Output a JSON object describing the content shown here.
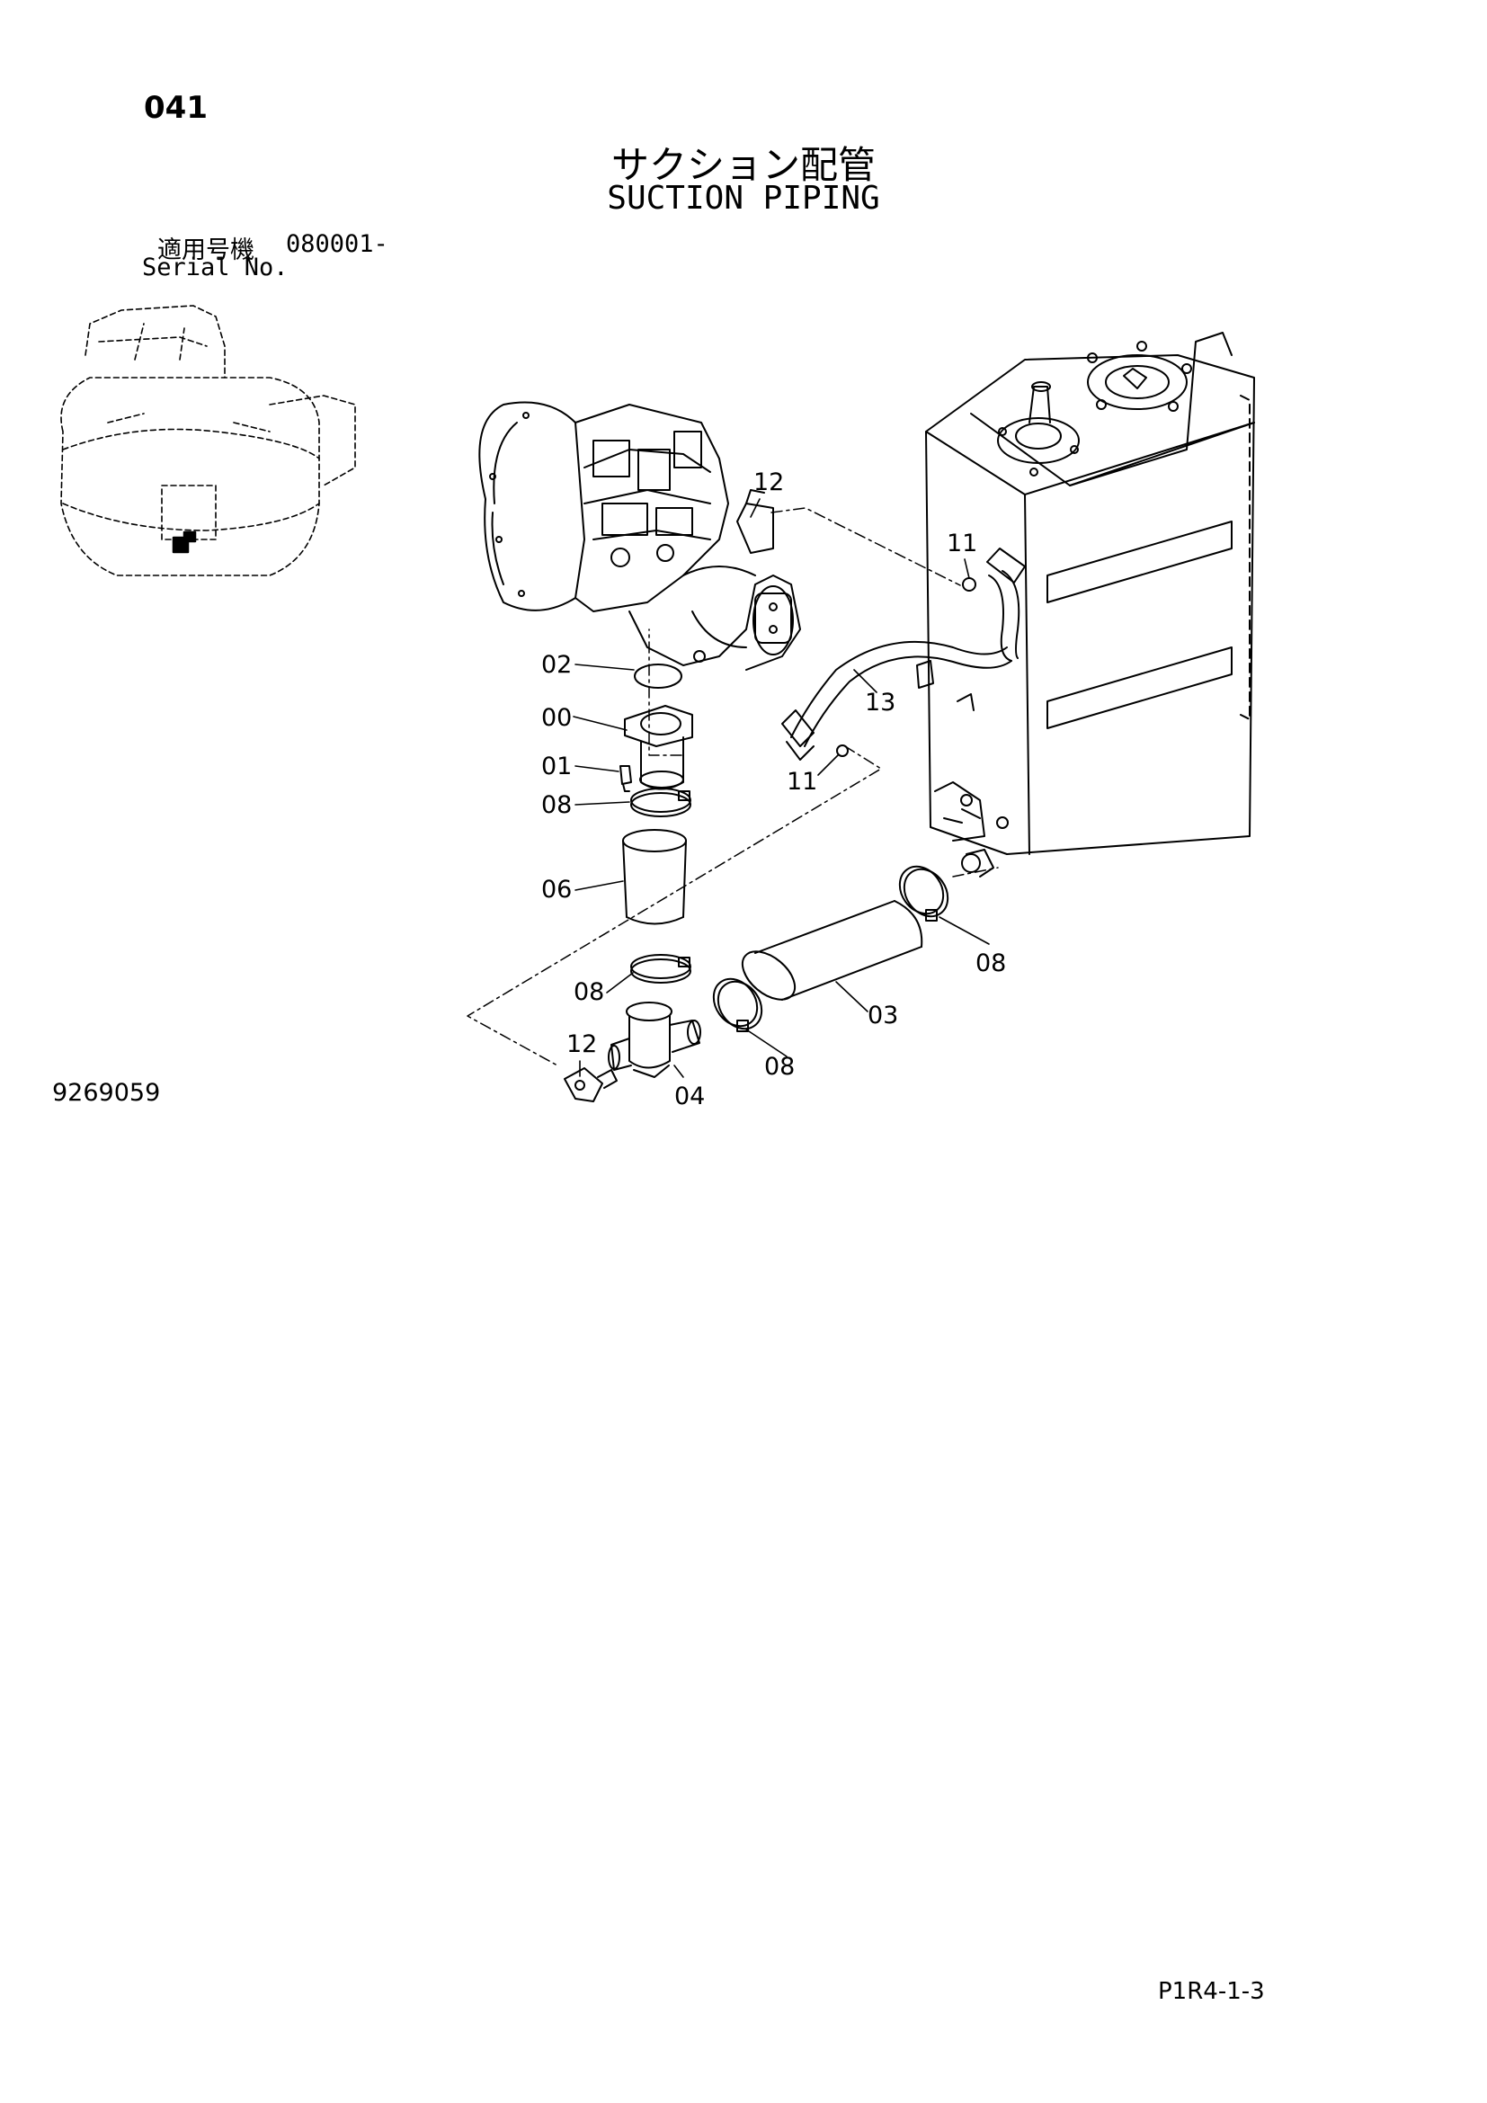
{
  "header": {
    "page_number": "041",
    "title_jp": "サクション配管",
    "title_en": "SUCTION PIPING",
    "serial_label_jp": "適用号機",
    "serial_value": "080001-",
    "serial_label_en": "Serial No."
  },
  "diagram": {
    "callouts": [
      {
        "id": "12",
        "name": "callout-12-top"
      },
      {
        "id": "11",
        "name": "callout-11-top"
      },
      {
        "id": "02",
        "name": "callout-02"
      },
      {
        "id": "00",
        "name": "callout-00"
      },
      {
        "id": "01",
        "name": "callout-01"
      },
      {
        "id": "08",
        "name": "callout-08-a"
      },
      {
        "id": "13",
        "name": "callout-13"
      },
      {
        "id": "11",
        "name": "callout-11-bottom"
      },
      {
        "id": "06",
        "name": "callout-06"
      },
      {
        "id": "08",
        "name": "callout-08-b"
      },
      {
        "id": "08",
        "name": "callout-08-c"
      },
      {
        "id": "03",
        "name": "callout-03"
      },
      {
        "id": "12",
        "name": "callout-12-bottom"
      },
      {
        "id": "08",
        "name": "callout-08-d"
      },
      {
        "id": "04",
        "name": "callout-04"
      }
    ]
  },
  "footer": {
    "drawing_number": "9269059",
    "page_ref": "P1R4-1-3"
  }
}
